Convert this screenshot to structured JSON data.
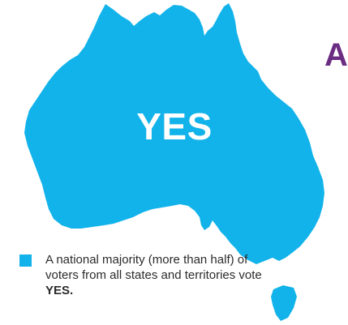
{
  "map": {
    "region_label": "YES",
    "heading_fragment": "A",
    "colors": {
      "land": "#12b3ea",
      "heading": "#6a2d82",
      "text": "#2b2b2b"
    }
  },
  "legend": {
    "text_before": "A national majority (more than half) of voters from all states and territories vote ",
    "text_emphasis": "YES."
  }
}
